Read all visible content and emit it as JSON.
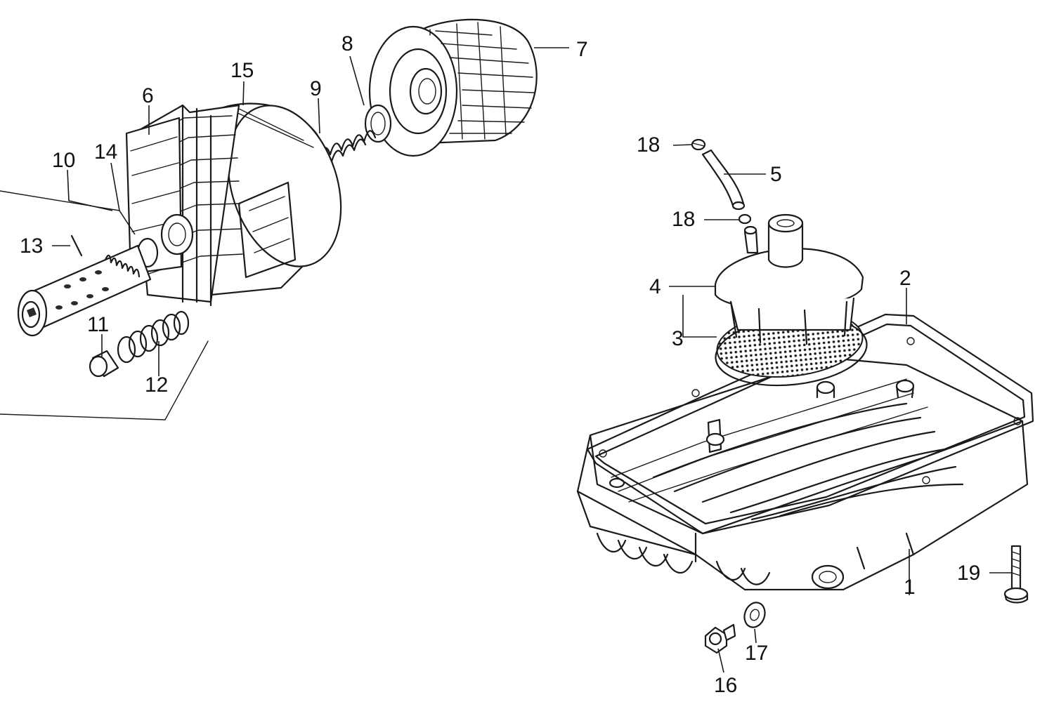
{
  "parts": {
    "p1": "1",
    "p2": "2",
    "p3": "3",
    "p4": "4",
    "p5": "5",
    "p6": "6",
    "p7": "7",
    "p8": "8",
    "p9": "9",
    "p10": "10",
    "p11": "11",
    "p12": "12",
    "p13": "13",
    "p14": "14",
    "p15": "15",
    "p16": "16",
    "p17": "17",
    "p18a": "18",
    "p18b": "18",
    "p19": "19"
  }
}
